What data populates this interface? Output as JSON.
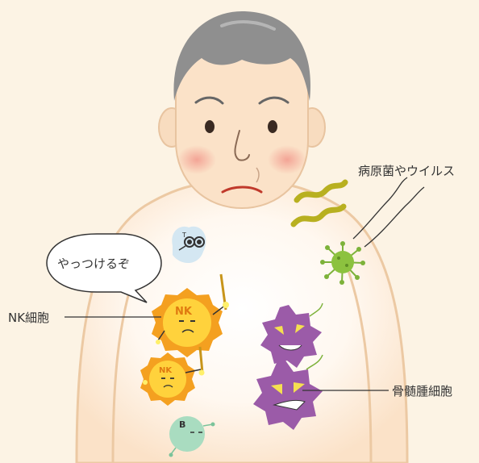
{
  "labels": {
    "pathogen": "病原菌やウイルス",
    "nk_cell": "NK細胞",
    "myeloma": "骨髄腫細胞",
    "speech": "やっつけるぞ"
  },
  "cell_marks": {
    "nk": "NK",
    "t": "T",
    "b": "B"
  },
  "colors": {
    "background": "#fcf3e4",
    "skin": "#fbe2c8",
    "hair": "#8a8a8a",
    "nk_orange": "#f4a020",
    "nk_yellow": "#ffd23c",
    "myeloma_purple": "#9b5ba8",
    "virus_green": "#7db23a",
    "bacteria_olive": "#b8b020",
    "t_cell": "#cfe4f2",
    "b_cell": "#a9dcc0"
  }
}
